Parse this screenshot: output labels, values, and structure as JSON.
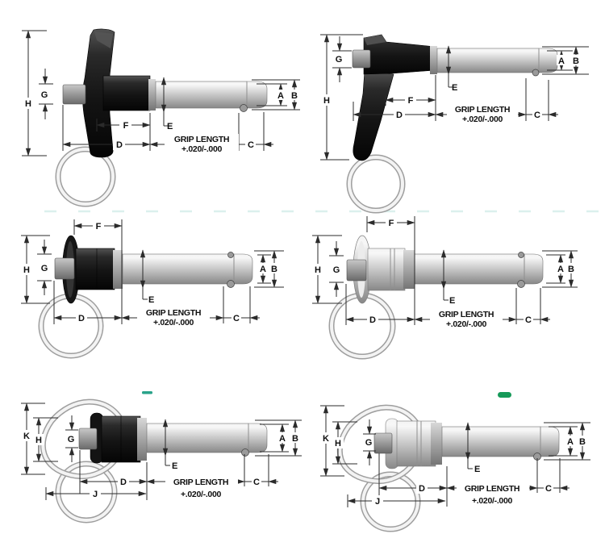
{
  "page": {
    "background": "#ffffff",
    "description_colors": {
      "handle_black": "#1a1a1a",
      "steel_gray": "#c0c0c0",
      "dimension_line": "#2b2b2b"
    }
  },
  "marks": {
    "separator_dash_color": "#dbf0ed",
    "teal_dash_color": "#2aa38a",
    "green_mark_color": "#169a59"
  },
  "diagrams": [
    {
      "id": "t-handle-pin",
      "handle": "t-handle",
      "finish": "black",
      "labels": {
        "A": "A",
        "B": "B",
        "C": "C",
        "D": "D",
        "E": "E",
        "F": "F",
        "G": "G",
        "H": "H"
      },
      "grip_line1": "GRIP LENGTH",
      "grip_line2": "+.020/-.000"
    },
    {
      "id": "l-handle-pin",
      "handle": "l-handle",
      "finish": "black",
      "labels": {
        "A": "A",
        "B": "B",
        "C": "C",
        "D": "D",
        "E": "E",
        "F": "F",
        "G": "G",
        "H": "H"
      },
      "grip_line1": "GRIP LENGTH",
      "grip_line2": "+.020/-.000"
    },
    {
      "id": "button-handle-pin-black",
      "handle": "button-handle",
      "finish": "black",
      "labels": {
        "A": "A",
        "B": "B",
        "C": "C",
        "D": "D",
        "E": "E",
        "F": "F",
        "G": "G",
        "H": "H"
      },
      "grip_line1": "GRIP LENGTH",
      "grip_line2": "+.020/-.000"
    },
    {
      "id": "button-handle-pin-stainless",
      "handle": "button-handle",
      "finish": "stainless",
      "labels": {
        "A": "A",
        "B": "B",
        "C": "C",
        "D": "D",
        "E": "E",
        "F": "F",
        "G": "G",
        "H": "H"
      },
      "grip_line1": "GRIP LENGTH",
      "grip_line2": "+.020/-.000"
    },
    {
      "id": "ring-handle-pin-black",
      "handle": "ring-handle",
      "finish": "black",
      "labels": {
        "A": "A",
        "B": "B",
        "C": "C",
        "D": "D",
        "E": "E",
        "G": "G",
        "H": "H",
        "J": "J",
        "K": "K"
      },
      "grip_line1": "GRIP LENGTH",
      "grip_line2": "+.020/-.000"
    },
    {
      "id": "ring-handle-pin-stainless",
      "handle": "ring-handle",
      "finish": "stainless",
      "labels": {
        "A": "A",
        "B": "B",
        "C": "C",
        "D": "D",
        "E": "E",
        "G": "G",
        "H": "H",
        "J": "J",
        "K": "K"
      },
      "grip_line1": "GRIP LENGTH",
      "grip_line2": "+.020/-.000"
    }
  ]
}
